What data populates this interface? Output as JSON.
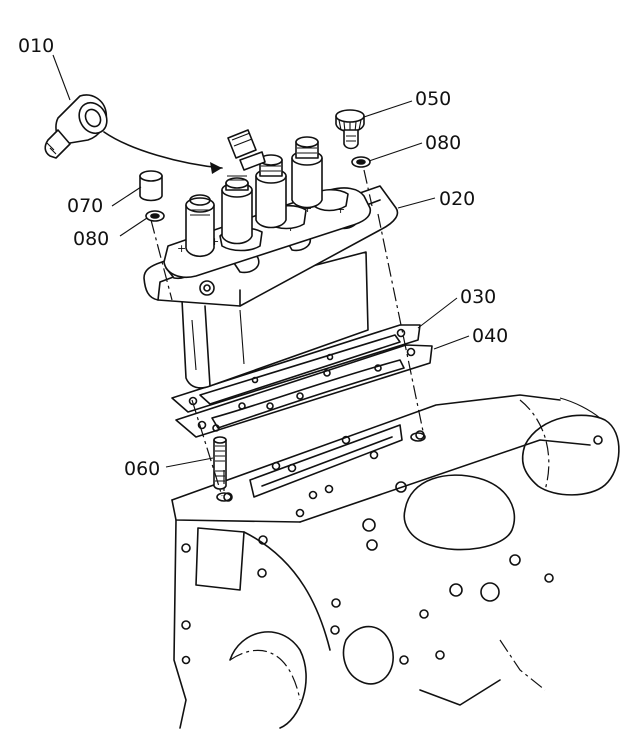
{
  "figure": {
    "subject": "exploded-view",
    "callouts": [
      {
        "id": "p010",
        "label": "010"
      },
      {
        "id": "p020",
        "label": "020"
      },
      {
        "id": "p030",
        "label": "030"
      },
      {
        "id": "p040",
        "label": "040"
      },
      {
        "id": "p050",
        "label": "050"
      },
      {
        "id": "p060",
        "label": "060"
      },
      {
        "id": "p070",
        "label": "070"
      },
      {
        "id": "p080a",
        "label": "080"
      },
      {
        "id": "p080b",
        "label": "080"
      }
    ]
  }
}
